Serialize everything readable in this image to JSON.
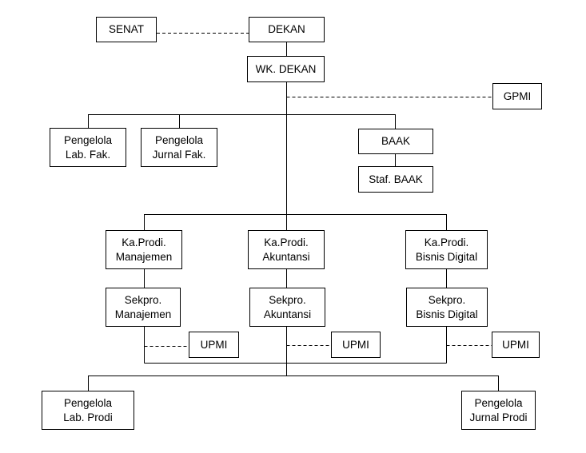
{
  "nodes": {
    "senat": "SENAT",
    "dekan": "DEKAN",
    "wk_dekan": "WK. DEKAN",
    "gpmi": "GPMI",
    "lab_fak": "Pengelola\nLab. Fak.",
    "jurnal_fak": "Pengelola\nJurnal Fak.",
    "baak": "BAAK",
    "staf_baak": "Staf. BAAK",
    "kaprodi_manajemen": "Ka.Prodi.\nManajemen",
    "kaprodi_akuntansi": "Ka.Prodi.\nAkuntansi",
    "kaprodi_bisnis_digital": "Ka.Prodi.\nBisnis Digital",
    "sekpro_manajemen": "Sekpro.\nManajemen",
    "sekpro_akuntansi": "Sekpro.\nAkuntansi",
    "sekpro_bisnis_digital": "Sekpro.\nBisnis Digital",
    "upmi_manajemen": "UPMI",
    "upmi_akuntansi": "UPMI",
    "upmi_bisnis_digital": "UPMI",
    "lab_prodi": "Pengelola\nLab. Prodi",
    "jurnal_prodi": "Pengelola\nJurnal Prodi"
  }
}
